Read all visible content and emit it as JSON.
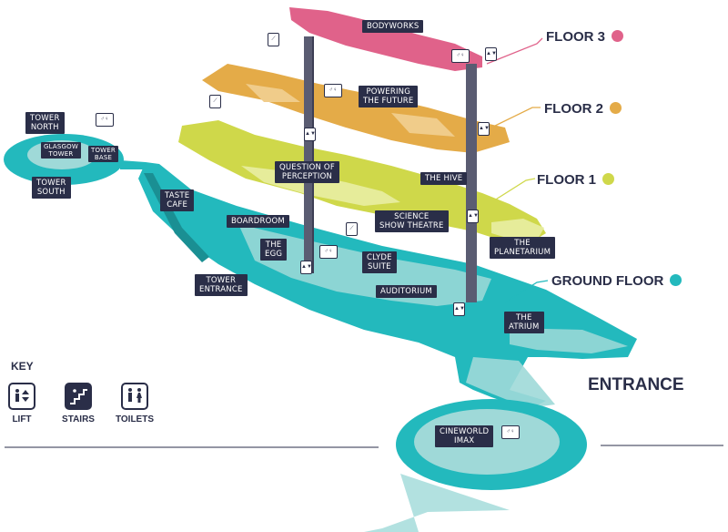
{
  "floors": [
    {
      "label": "FLOOR 3",
      "color": "#e0628a"
    },
    {
      "label": "FLOOR 2",
      "color": "#e4ab48"
    },
    {
      "label": "FLOOR 1",
      "color": "#cfd84a"
    },
    {
      "label": "GROUND FLOOR",
      "color": "#23b9bd"
    }
  ],
  "entrance": "ENTRANCE",
  "labels": {
    "bodyworks": "BODYWORKS",
    "powering": "POWERING\nTHE FUTURE",
    "question": "QUESTION OF\nPERCEPTION",
    "hive": "THE HIVE",
    "science": "SCIENCE\nSHOW THEATRE",
    "planetarium": "THE\nPLANETARIUM",
    "tower_north": "TOWER\nNORTH",
    "glasgow_tower": "GLASGOW\nTOWER",
    "tower_base": "TOWER\nBASE",
    "tower_south": "TOWER\nSOUTH",
    "taste_cafe": "TASTE\nCAFE",
    "boardroom": "BOARDROOM",
    "the_egg": "THE\nEGG",
    "clyde_suite": "CLYDE\nSUITE",
    "auditorium": "AUDITORIUM",
    "tower_entrance": "TOWER\nENTRANCE",
    "atrium": "THE\nATRIUM",
    "cineworld": "CINEWORLD\nIMAX"
  },
  "key": {
    "title": "KEY",
    "items": [
      {
        "label": "LIFT",
        "icon": "lift-icon"
      },
      {
        "label": "STAIRS",
        "icon": "stairs-icon"
      },
      {
        "label": "TOILETS",
        "icon": "toilets-icon"
      }
    ]
  },
  "colors": {
    "label_bg": "#2a2e48",
    "ground": "#23b9bd",
    "ground_light": "#9fd9d8",
    "floor1": "#cfd84a",
    "floor2": "#e4ab48",
    "floor3": "#e0628a",
    "pillar": "#5a5c72"
  }
}
